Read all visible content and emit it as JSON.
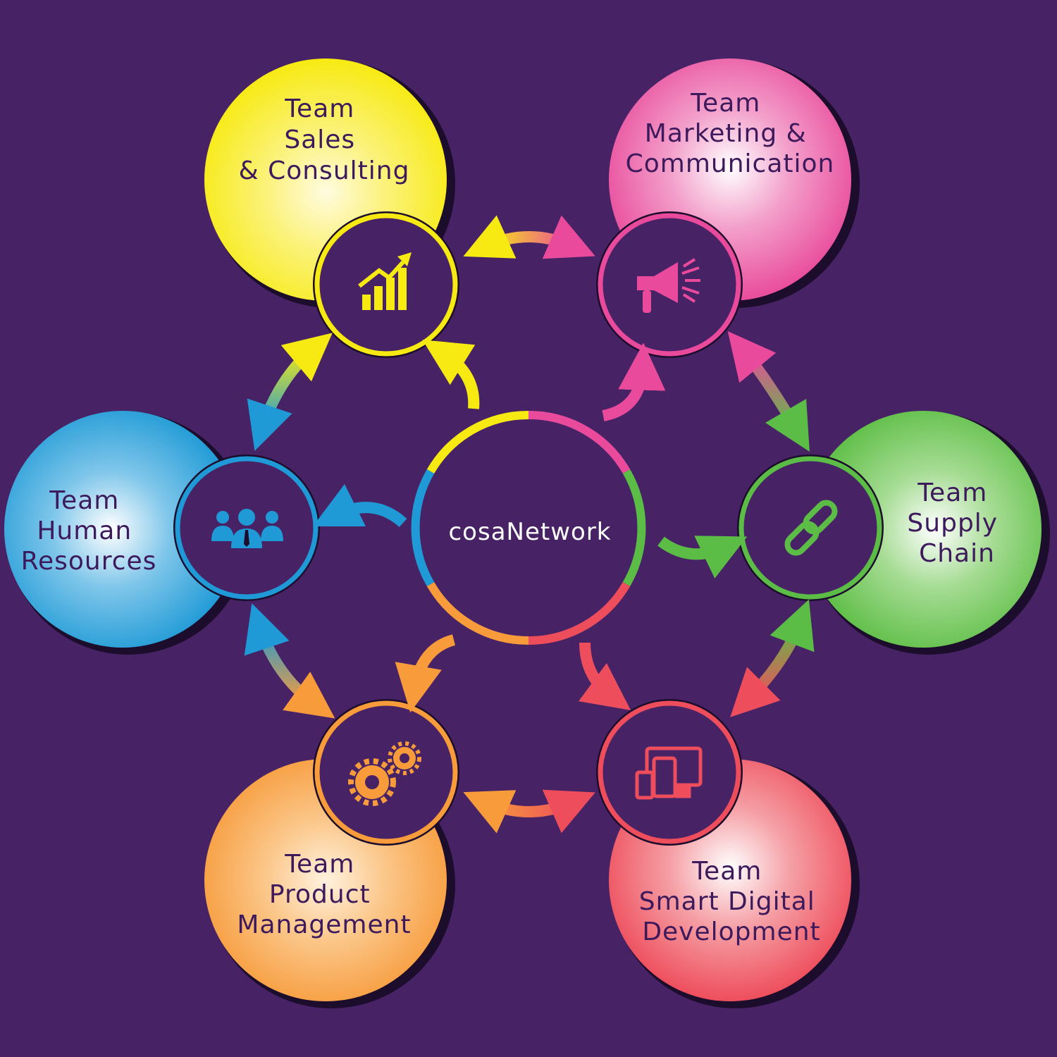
{
  "center": {
    "label": "cosaNetwork"
  },
  "teams": [
    {
      "id": "sales",
      "lines": [
        "Team",
        "Sales",
        "& Consulting"
      ],
      "color": "#f7ea12",
      "icon": "growth-chart-icon"
    },
    {
      "id": "marketing",
      "lines": [
        "Team",
        "Marketing &",
        "Communication"
      ],
      "color": "#ea4a9c",
      "icon": "megaphone-icon"
    },
    {
      "id": "supply",
      "lines": [
        "Team",
        "Supply",
        "Chain"
      ],
      "color": "#5cbd46",
      "icon": "chain-link-icon"
    },
    {
      "id": "digital",
      "lines": [
        "Team",
        "Smart Digital",
        "Development"
      ],
      "color": "#ee4e5c",
      "icon": "devices-icon"
    },
    {
      "id": "product",
      "lines": [
        "Team",
        "Product",
        "Management"
      ],
      "color": "#f79b3b",
      "icon": "gears-icon"
    },
    {
      "id": "hr",
      "lines": [
        "Team",
        "Human",
        "Resources"
      ],
      "color": "#1f9ad6",
      "icon": "team-people-icon"
    }
  ],
  "colors": {
    "background": "#472366",
    "text": "#3d1a5c"
  }
}
